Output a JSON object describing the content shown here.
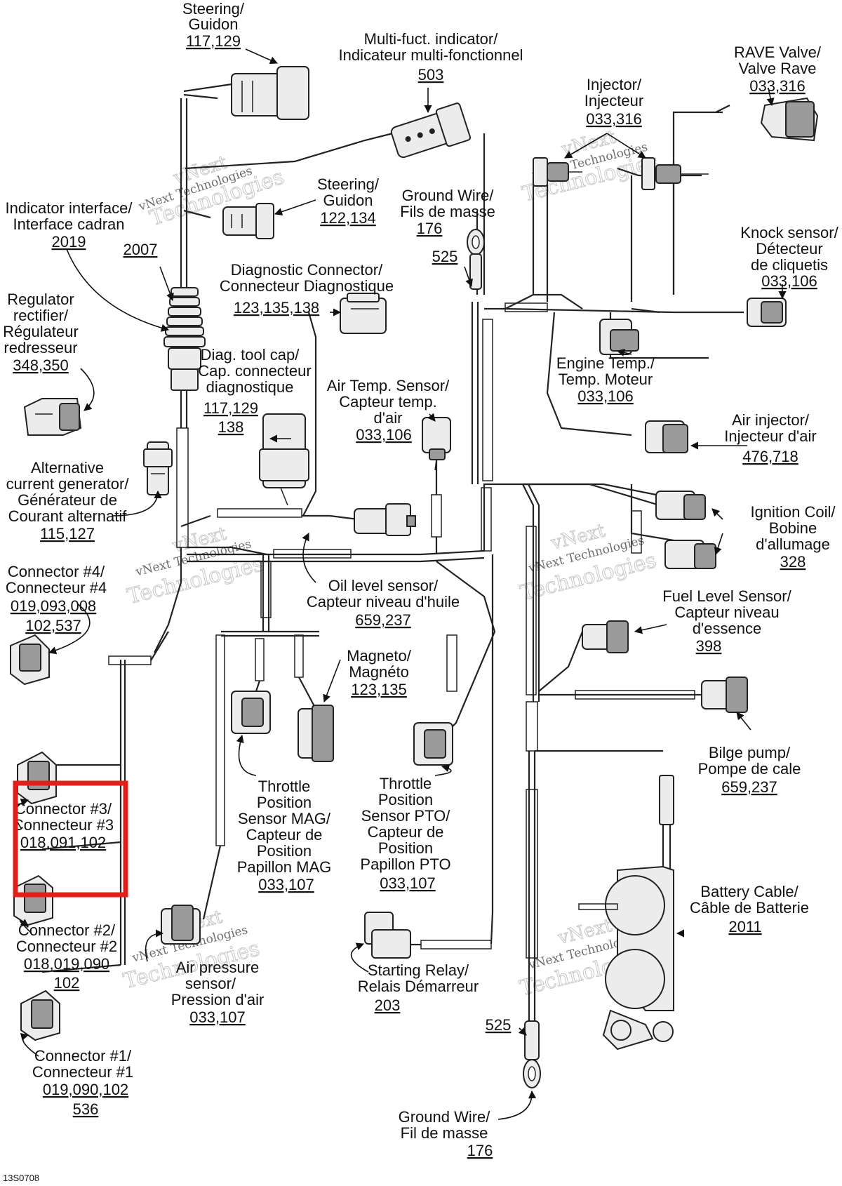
{
  "diagram_id": "13S0708",
  "watermark": {
    "brand": "vNext Technologies",
    "line1": "vNext",
    "line2": "Technologies"
  },
  "highlight_color": "#e0201b",
  "labels": {
    "steering_top": {
      "lines": [
        "Steering/",
        "Guidon"
      ],
      "ref": "117,129"
    },
    "multi_indicator": {
      "lines": [
        "Multi-fuct. indicator/",
        "Indicateur multi-fonctionnel"
      ],
      "ref": "503"
    },
    "rave_valve": {
      "lines": [
        "RAVE Valve/",
        "Valve Rave"
      ],
      "ref": "033,316"
    },
    "injector": {
      "lines": [
        "Injector/",
        "Injecteur"
      ],
      "ref": "033,316"
    },
    "steering_mid": {
      "lines": [
        "Steering/",
        "Guidon"
      ],
      "ref": "122,134"
    },
    "ground_wire_top": {
      "lines": [
        "Ground Wire/",
        "Fils de masse"
      ],
      "ref": "176"
    },
    "indicator_interface": {
      "lines": [
        "Indicator interface/",
        "Interface cadran"
      ],
      "ref": "2019"
    },
    "part_2007": {
      "ref": "2007"
    },
    "part_525_top": {
      "ref": "525"
    },
    "knock_sensor": {
      "lines": [
        "Knock sensor/",
        "Détecteur",
        "de cliquetis"
      ],
      "ref": "033,106"
    },
    "diagnostic_connector": {
      "lines": [
        "Diagnostic Connector/",
        "Connecteur Diagnostique"
      ],
      "ref": "123,135,138"
    },
    "regulator": {
      "lines": [
        "Regulator",
        "rectifier/",
        "Régulateur",
        "redresseur"
      ],
      "ref": "348,350"
    },
    "engine_temp": {
      "lines": [
        "Engine Temp./",
        "Temp. Moteur"
      ],
      "ref": "033,106"
    },
    "diag_tool_cap": {
      "lines": [
        "Diag. tool cap/",
        "Cap. connecteur",
        "diagnostique"
      ],
      "ref": "117,129",
      "ref2": "138"
    },
    "air_temp": {
      "lines": [
        "Air Temp. Sensor/",
        "Capteur temp.",
        "d'air"
      ],
      "ref": "033,106"
    },
    "air_injector": {
      "lines": [
        "Air injector/",
        "Injecteur d'air"
      ],
      "ref": "476,718"
    },
    "alternator": {
      "lines": [
        "Alternative",
        "current generator/",
        "Générateur de",
        "Courant alternatif"
      ],
      "ref": "115,127"
    },
    "ignition_coil": {
      "lines": [
        "Ignition Coil/",
        "Bobine",
        "d'allumage"
      ],
      "ref": "328"
    },
    "connector_4": {
      "lines": [
        "Connector #4/",
        "Connecteur #4"
      ],
      "ref": "019,093,008",
      "ref2": "102,537"
    },
    "oil_level": {
      "lines": [
        "Oil level sensor/",
        "Capteur niveau d'huile"
      ],
      "ref": "659,237"
    },
    "fuel_level": {
      "lines": [
        "Fuel Level Sensor/",
        "Capteur niveau",
        "d'essence"
      ],
      "ref": "398"
    },
    "magneto": {
      "lines": [
        "Magneto/",
        "Magnéto"
      ],
      "ref": "123,135"
    },
    "bilge_pump": {
      "lines": [
        "Bilge pump/",
        "Pompe de cale"
      ],
      "ref": "659,237"
    },
    "connector_3": {
      "lines": [
        "Connector #3/",
        "Connecteur #3"
      ],
      "ref": "018,091,102"
    },
    "tps_mag": {
      "lines": [
        "Throttle",
        "Position",
        "Sensor MAG/",
        "Capteur de",
        "Position",
        "Papillon MAG"
      ],
      "ref": "033,107"
    },
    "tps_pto": {
      "lines": [
        "Throttle",
        "Position",
        "Sensor PTO/",
        "Capteur de",
        "Position",
        "Papillon PTO"
      ],
      "ref": "033,107"
    },
    "battery_cable": {
      "lines": [
        "Battery Cable/",
        "Câble de Batterie"
      ],
      "ref": "2011"
    },
    "connector_2": {
      "lines": [
        "Connector #2/",
        "Connecteur #2"
      ],
      "ref": "018,019,090",
      "ref2": "102"
    },
    "air_pressure": {
      "lines": [
        "Air pressure",
        "sensor/",
        "Pression d'air"
      ],
      "ref": "033,107"
    },
    "starting_relay": {
      "lines": [
        "Starting Relay/",
        "Relais Démarreur"
      ],
      "ref": "203"
    },
    "part_525_bottom": {
      "ref": "525"
    },
    "connector_1": {
      "lines": [
        "Connector #1/",
        "Connecteur #1"
      ],
      "ref": "019,090,102",
      "ref2": "536"
    },
    "ground_wire_bottom": {
      "lines": [
        "Ground Wire/",
        "Fil de masse"
      ],
      "ref": "176"
    }
  }
}
